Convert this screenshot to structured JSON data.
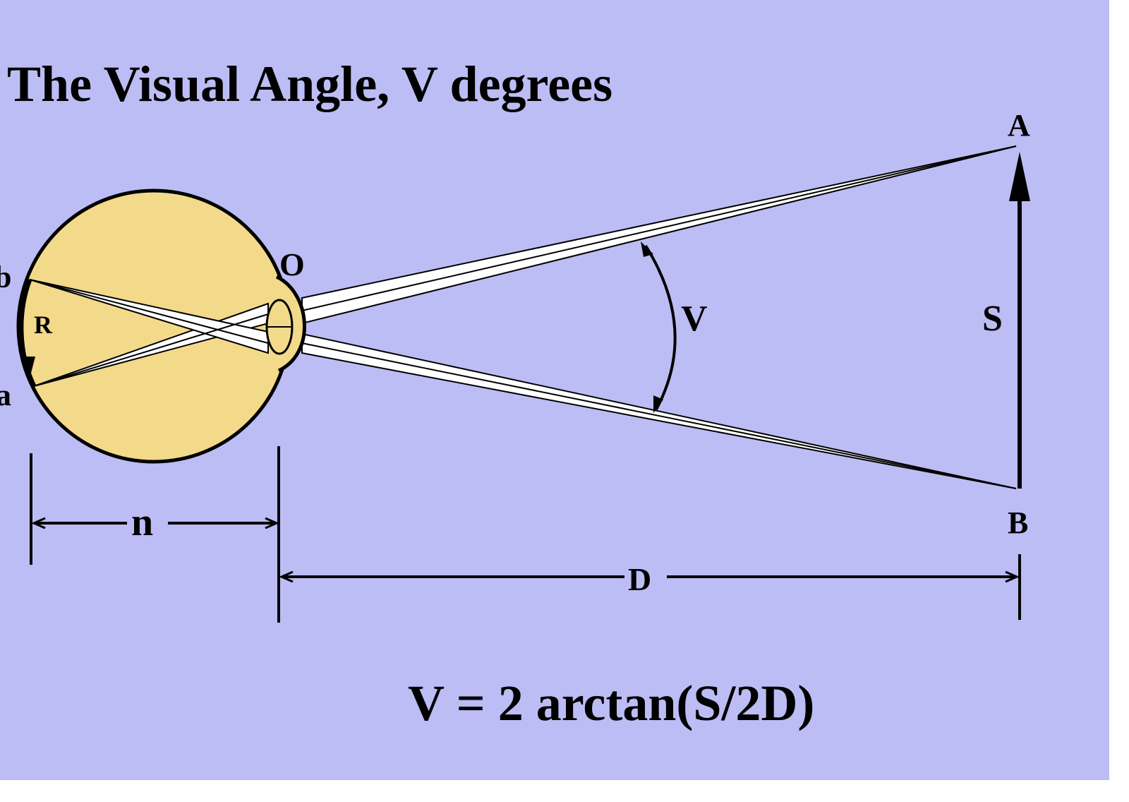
{
  "title": "The Visual Angle, V degrees",
  "labels": {
    "b": "b",
    "R": "R",
    "a": "a",
    "O": "O",
    "V": "V",
    "S": "S",
    "A": "A",
    "B": "B",
    "n": "n",
    "D": "D"
  },
  "formula": "V = 2 arctan(S/2D)",
  "colors": {
    "background": "#bdbdf5",
    "eye_fill": "#f3d98a",
    "ray_fill": "#ffffff",
    "ink": "#000000"
  }
}
